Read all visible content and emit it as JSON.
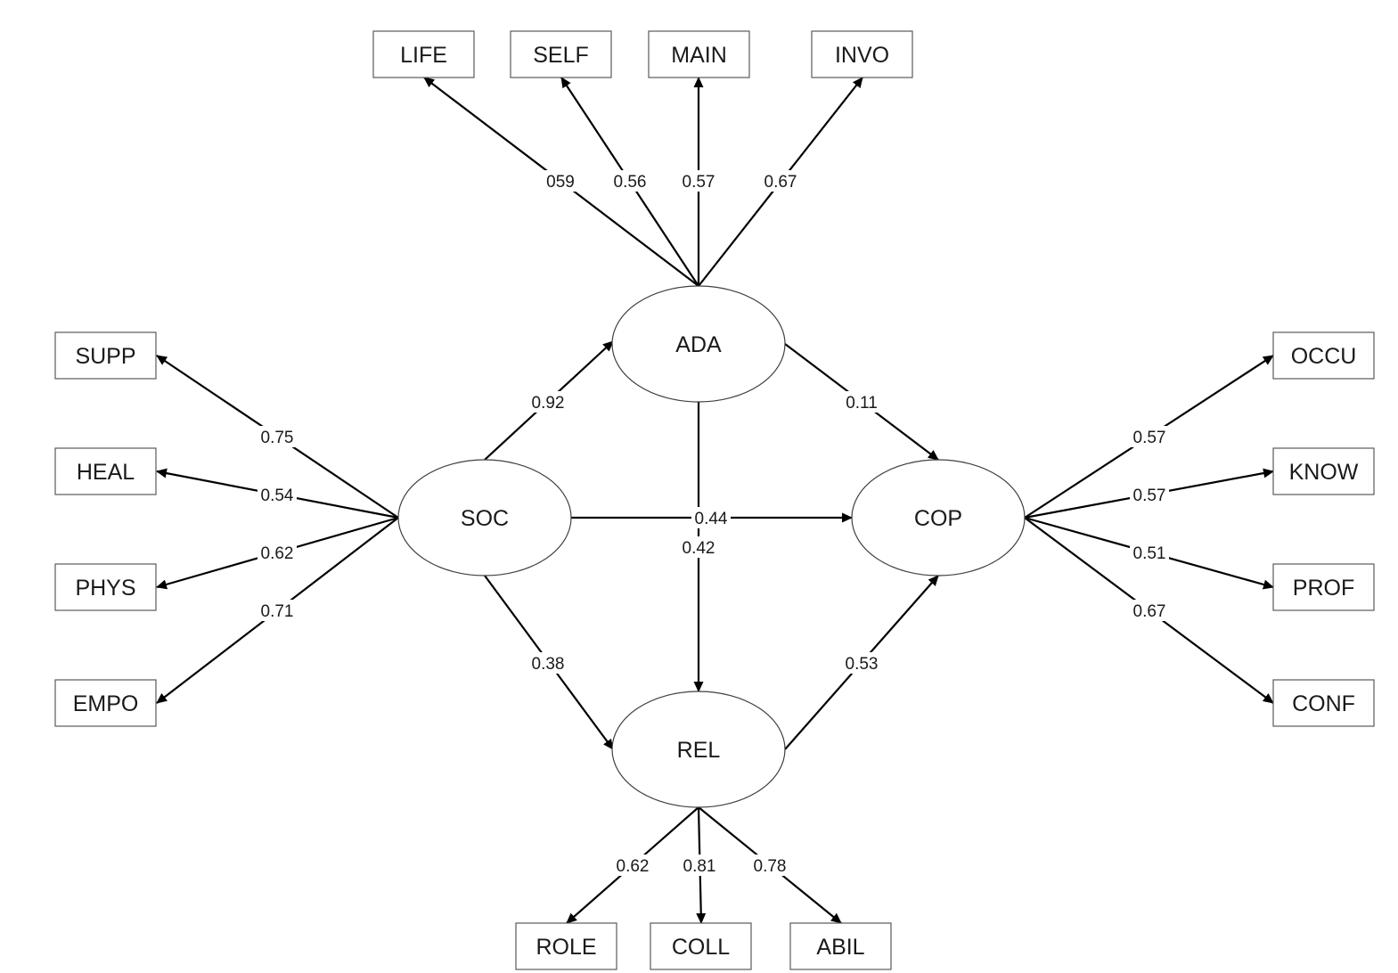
{
  "latent_variables": [
    {
      "id": "ADA",
      "label": "ADA"
    },
    {
      "id": "SOC",
      "label": "SOC"
    },
    {
      "id": "COP",
      "label": "COP"
    },
    {
      "id": "REL",
      "label": "REL"
    }
  ],
  "indicators": [
    {
      "id": "LIFE",
      "label": "LIFE",
      "factor": "ADA",
      "loading": "059"
    },
    {
      "id": "SELF",
      "label": "SELF",
      "factor": "ADA",
      "loading": "0.56"
    },
    {
      "id": "MAIN",
      "label": "MAIN",
      "factor": "ADA",
      "loading": "0.57"
    },
    {
      "id": "INVO",
      "label": "INVO",
      "factor": "ADA",
      "loading": "0.67"
    },
    {
      "id": "SUPP",
      "label": "SUPP",
      "factor": "SOC",
      "loading": "0.75"
    },
    {
      "id": "HEAL",
      "label": "HEAL",
      "factor": "SOC",
      "loading": "0.54"
    },
    {
      "id": "PHYS",
      "label": "PHYS",
      "factor": "SOC",
      "loading": "0.62"
    },
    {
      "id": "EMPO",
      "label": "EMPO",
      "factor": "SOC",
      "loading": "0.71"
    },
    {
      "id": "OCCU",
      "label": "OCCU",
      "factor": "COP",
      "loading": "0.57"
    },
    {
      "id": "KNOW",
      "label": "KNOW",
      "factor": "COP",
      "loading": "0.57"
    },
    {
      "id": "PROF",
      "label": "PROF",
      "factor": "COP",
      "loading": "0.51"
    },
    {
      "id": "CONF",
      "label": "CONF",
      "factor": "COP",
      "loading": "0.67"
    },
    {
      "id": "ROLE",
      "label": "ROLE",
      "factor": "REL",
      "loading": "0.62"
    },
    {
      "id": "COLL",
      "label": "COLL",
      "factor": "REL",
      "loading": "0.81"
    },
    {
      "id": "ABIL",
      "label": "ABIL",
      "factor": "REL",
      "loading": "0.78"
    }
  ],
  "paths": [
    {
      "from": "SOC",
      "to": "ADA",
      "coefficient": "0.92"
    },
    {
      "from": "ADA",
      "to": "COP",
      "coefficient": "0.11"
    },
    {
      "from": "SOC",
      "to": "COP",
      "coefficient": "0.44"
    },
    {
      "from": "ADA",
      "to": "REL",
      "coefficient": "0.42"
    },
    {
      "from": "SOC",
      "to": "REL",
      "coefficient": "0.38"
    },
    {
      "from": "REL",
      "to": "COP",
      "coefficient": "0.53"
    }
  ]
}
